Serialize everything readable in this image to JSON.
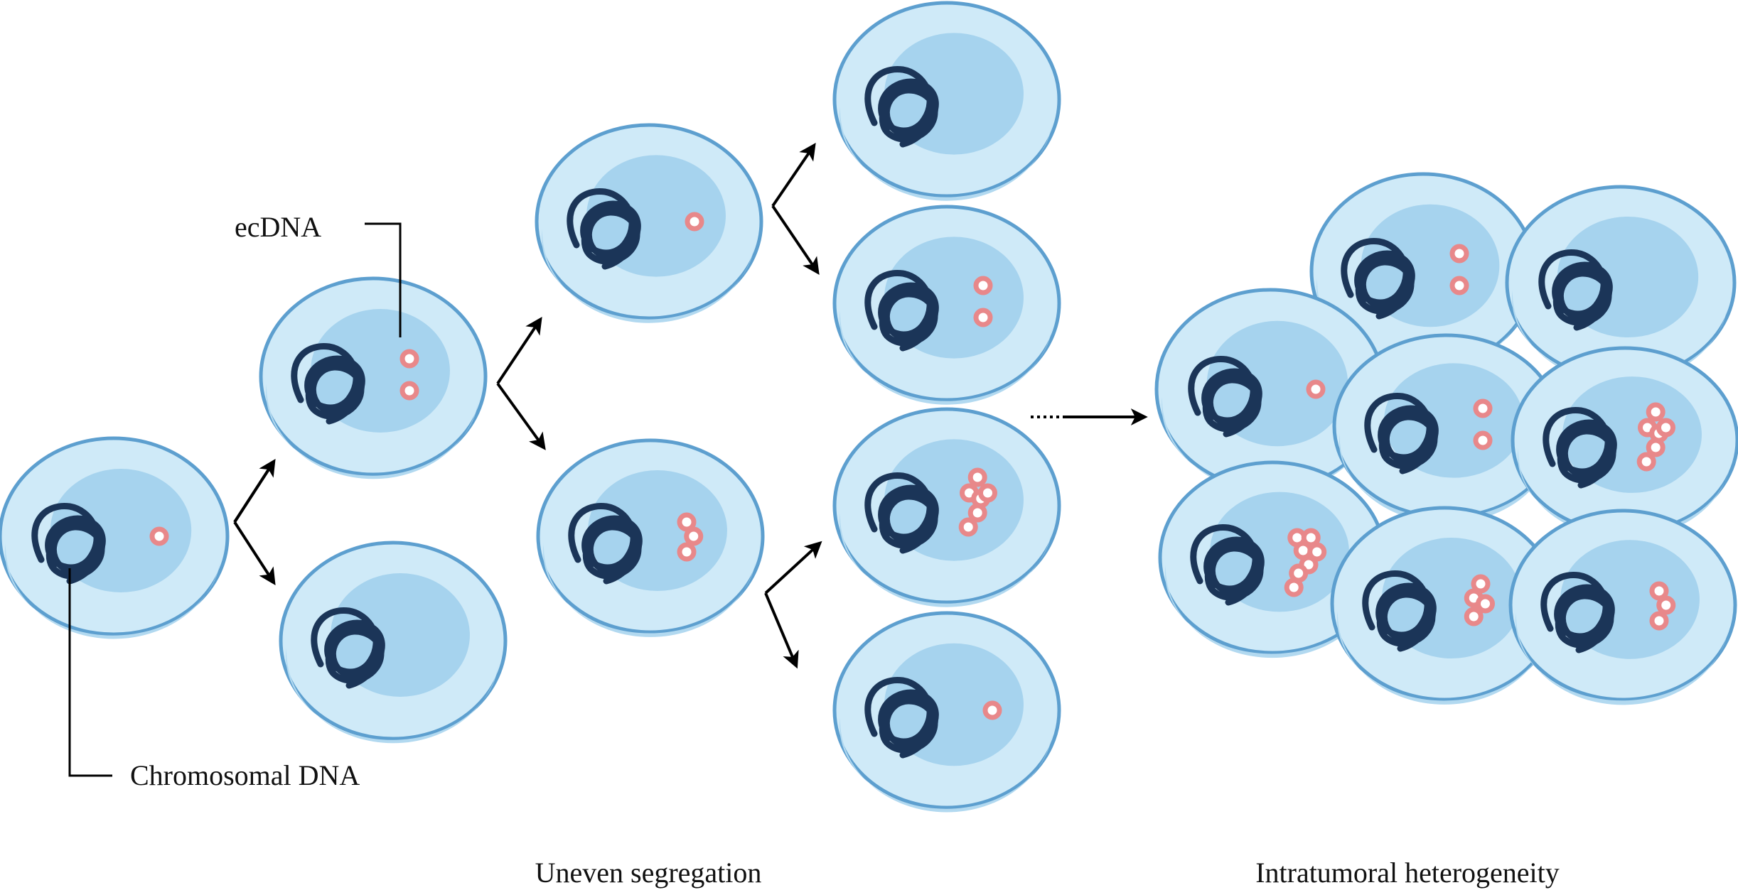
{
  "labels": {
    "ecdna": "ecDNA",
    "chromosomal_dna": "Chromosomal DNA",
    "uneven_segregation": "Uneven segregation",
    "intratumoral_heterogeneity": "Intratumoral heterogeneity"
  },
  "colors": {
    "cell_fill": "#cfeaf8",
    "cell_edge": "#5d9fcf",
    "cell_shade": "#b2d9f0",
    "nucleus": "#a6d3ee",
    "chromatin": "#1b3558",
    "ecdna_ring": "#e8888a",
    "arrow": "#000000"
  },
  "cells": [
    {
      "id": "parent",
      "ecdna_count": 1
    },
    {
      "id": "gen1-top",
      "ecdna_count": 2
    },
    {
      "id": "gen1-bottom",
      "ecdna_count": 0
    },
    {
      "id": "gen2-a",
      "ecdna_count": 1
    },
    {
      "id": "gen2-b",
      "ecdna_count": 3
    },
    {
      "id": "gen3-a",
      "ecdna_count": 0
    },
    {
      "id": "gen3-b",
      "ecdna_count": 2
    },
    {
      "id": "gen3-c",
      "ecdna_count": 6
    },
    {
      "id": "gen3-d",
      "ecdna_count": 1
    },
    {
      "id": "tumor-1",
      "ecdna_count": 2
    },
    {
      "id": "tumor-2",
      "ecdna_count": 0
    },
    {
      "id": "tumor-3",
      "ecdna_count": 1
    },
    {
      "id": "tumor-4",
      "ecdna_count": 2
    },
    {
      "id": "tumor-5",
      "ecdna_count": 6
    },
    {
      "id": "tumor-6",
      "ecdna_count": 7
    },
    {
      "id": "tumor-7",
      "ecdna_count": 4
    },
    {
      "id": "tumor-8",
      "ecdna_count": 3
    }
  ]
}
